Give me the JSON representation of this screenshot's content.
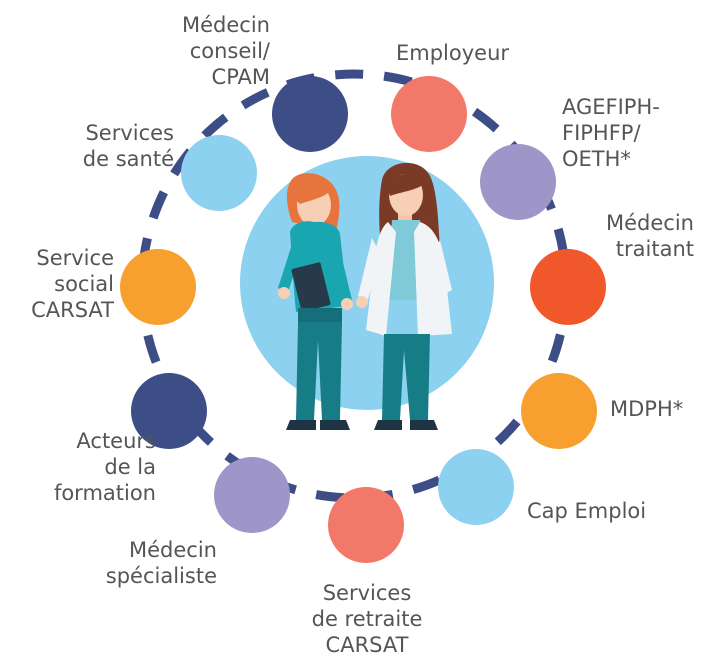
{
  "nodes": [
    {
      "id": "medecin-conseil",
      "lines": [
        "Médecin",
        "conseil/",
        "CPAM"
      ],
      "color": "#3d4d86"
    },
    {
      "id": "employeur",
      "lines": [
        "Employeur"
      ],
      "color": "#f2786a"
    },
    {
      "id": "agefiph",
      "lines": [
        "AGEFIPH-",
        "FIPHFP/",
        "OETH*"
      ],
      "color": "#9e96c9"
    },
    {
      "id": "medecin-traitant",
      "lines": [
        "Médecin",
        "traitant"
      ],
      "color": "#f0582b"
    },
    {
      "id": "mdph",
      "lines": [
        "MDPH*"
      ],
      "color": "#f7a030"
    },
    {
      "id": "cap-emploi",
      "lines": [
        "Cap Emploi"
      ],
      "color": "#8dd1f0"
    },
    {
      "id": "services-retraite",
      "lines": [
        "Services",
        "de retraite",
        "CARSAT"
      ],
      "color": "#f2786a"
    },
    {
      "id": "medecin-specialiste",
      "lines": [
        "Médecin",
        "spécialiste"
      ],
      "color": "#9e96c9"
    },
    {
      "id": "acteurs-formation",
      "lines": [
        "Acteurs",
        "de la",
        "formation"
      ],
      "color": "#3d4d86"
    },
    {
      "id": "service-social",
      "lines": [
        "Service",
        "social",
        "CARSAT"
      ],
      "color": "#f7a030"
    },
    {
      "id": "services-sante",
      "lines": [
        "Services",
        "de santé"
      ],
      "color": "#8dd1f0"
    }
  ],
  "colors": {
    "ring": "#3d4d86",
    "center_disc": "#8dd1f0"
  }
}
